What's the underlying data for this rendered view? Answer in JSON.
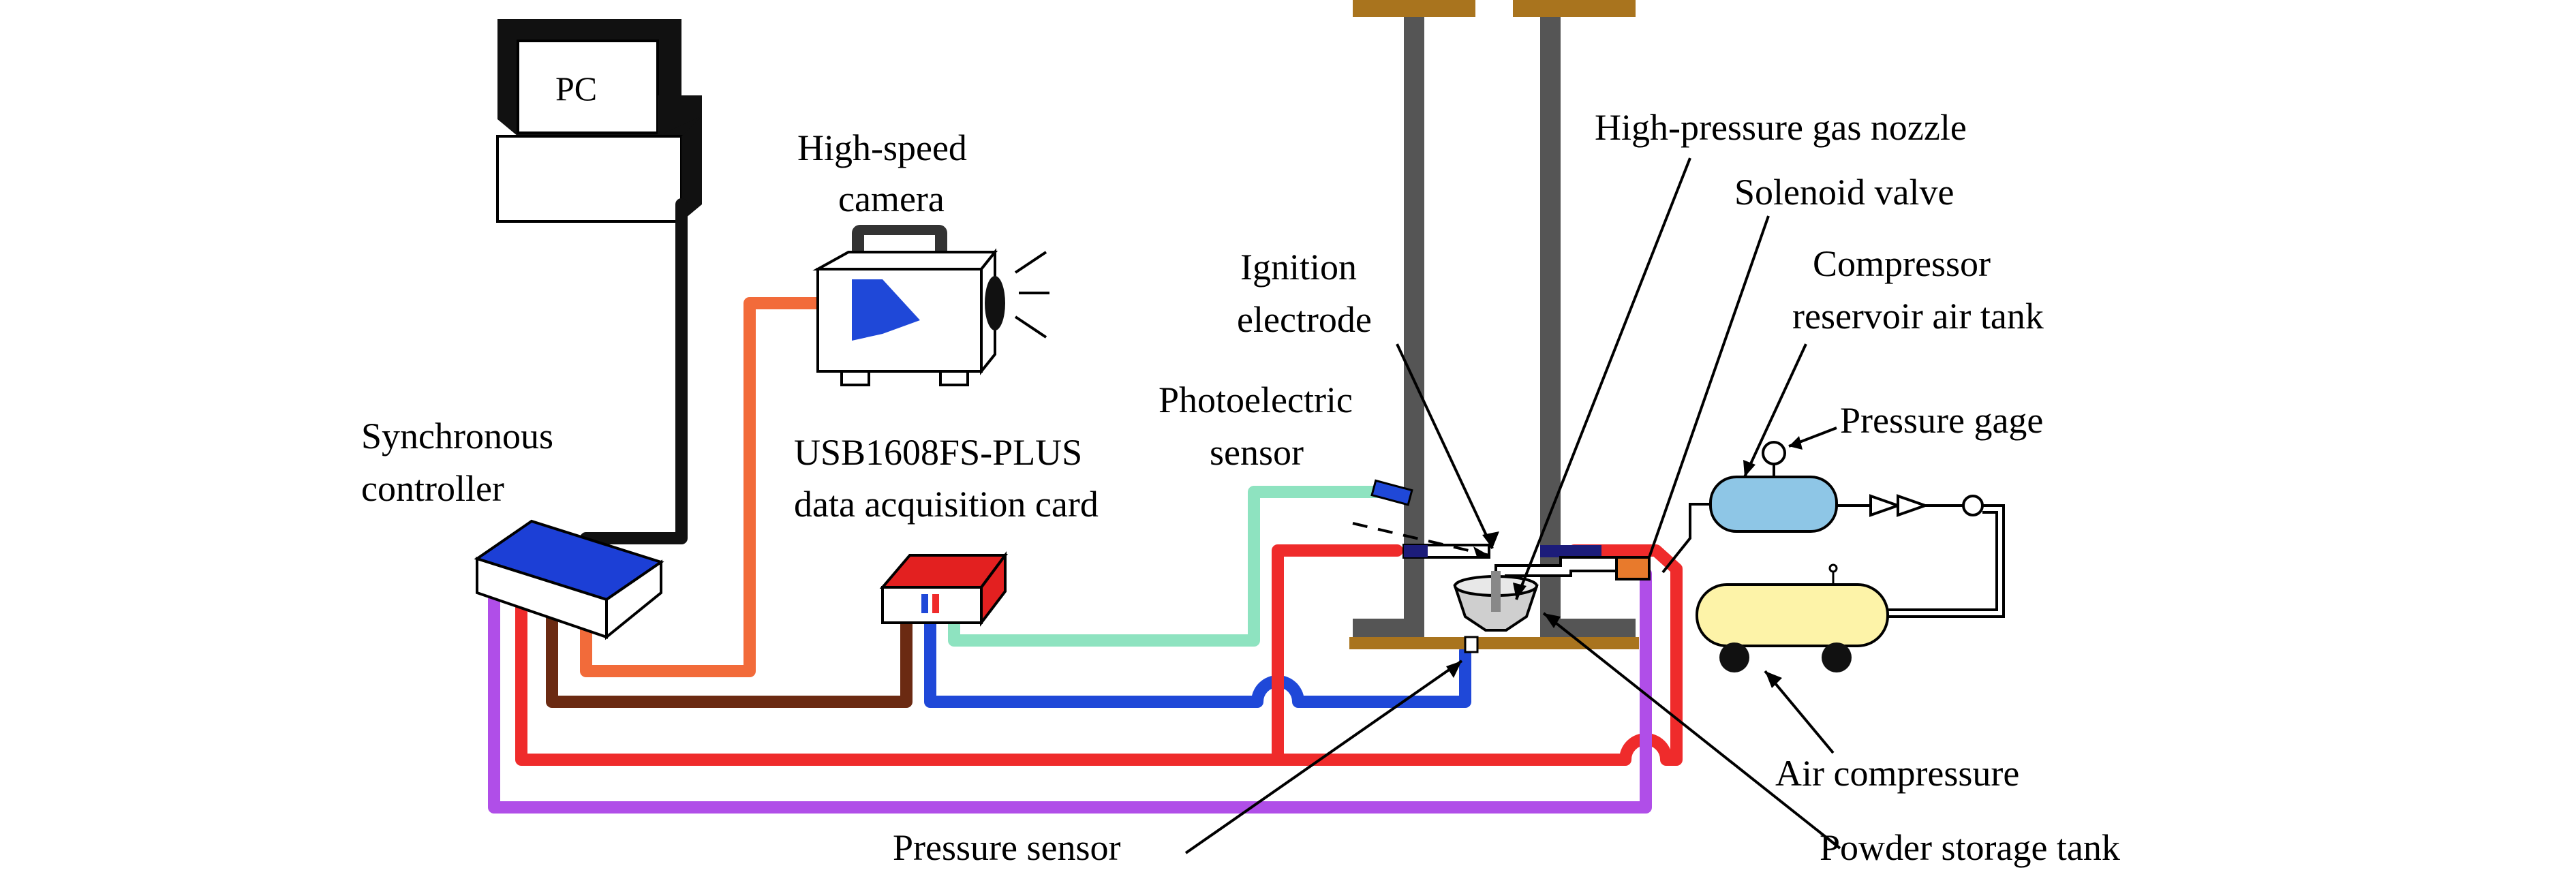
{
  "labels": {
    "pc": "PC",
    "camera_line1": "High-speed",
    "camera_line2": "camera",
    "sync_line1": "Synchronous",
    "sync_line2": "controller",
    "daq_line1": "USB1608FS-PLUS",
    "daq_line2": "data acquisition card",
    "photo_line1": "Photoelectric",
    "photo_line2": "sensor",
    "ignition_line1": "Ignition",
    "ignition_line2": "electrode",
    "nozzle": "High-pressure gas nozzle",
    "solenoid": "Solenoid valve",
    "tank_line1": "Compressor",
    "tank_line2": "reservoir air tank",
    "gage": "Pressure gage",
    "compressor": "Air compressure",
    "pressure_sensor": "Pressure sensor",
    "powder": "Powder storage tank"
  },
  "colors": {
    "black_cable": "#111111",
    "orange_cable": "#f26b3a",
    "brown_cable": "#6b2a12",
    "blue_cable": "#1f48d8",
    "mint_cable": "#8ee3c0",
    "red_cable": "#ef2b2b",
    "purple_cable": "#b04ee8",
    "tube_wall": "#555555",
    "flange": "#a9741e",
    "controller_top": "#1c3fd6",
    "daq_top": "#e32020",
    "air_tank": "#8ec6e6",
    "compressor_tank": "#fdf3a8"
  }
}
